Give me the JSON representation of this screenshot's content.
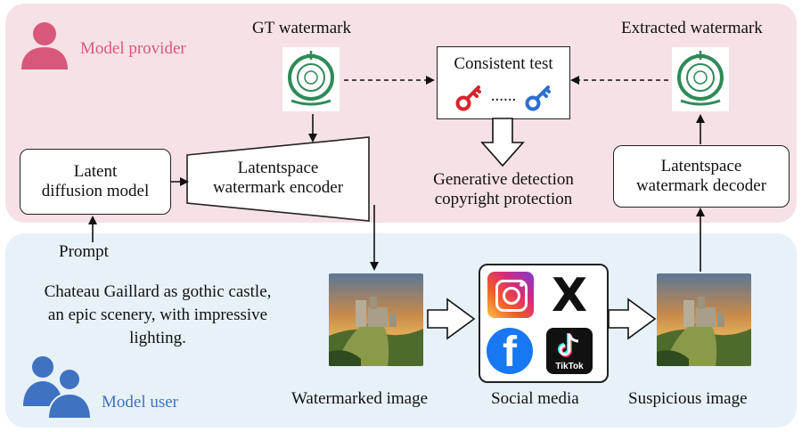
{
  "provider": {
    "label": "Model provider",
    "gt_watermark_label": "GT watermark",
    "extracted_watermark_label": "Extracted watermark",
    "ldm_label": [
      "Latent",
      "diffusion model"
    ],
    "encoder_label": [
      "Latentspace",
      "watermark encoder"
    ],
    "decoder_label": [
      "Latentspace",
      "watermark decoder"
    ],
    "consistent_test": {
      "title": "Consistent test",
      "dots": "......"
    },
    "outcome": [
      "Generative detection",
      "copyright protection"
    ]
  },
  "user": {
    "label": "Model user",
    "prompt_label": "Prompt",
    "prompt_text": [
      "Chateau Gaillard as gothic castle,",
      "an epic scenery, with impressive",
      "lighting."
    ],
    "watermarked_caption": "Watermarked image",
    "social_caption": "Social media",
    "suspicious_caption": "Suspicious image",
    "social_icons": [
      {
        "name": "instagram-icon",
        "text": ""
      },
      {
        "name": "x-icon",
        "text": "X"
      },
      {
        "name": "facebook-icon",
        "text": "f"
      },
      {
        "name": "tiktok-icon",
        "text": "TikTok"
      }
    ]
  },
  "colors": {
    "provider_bg": "#f6e1e6",
    "user_bg": "#e7f1f8",
    "provider_accent": "#d9587a",
    "user_accent": "#3f72c0",
    "seal_green": "#2e8b57",
    "key_red": "#d6252b",
    "key_blue": "#2e6fcf"
  }
}
